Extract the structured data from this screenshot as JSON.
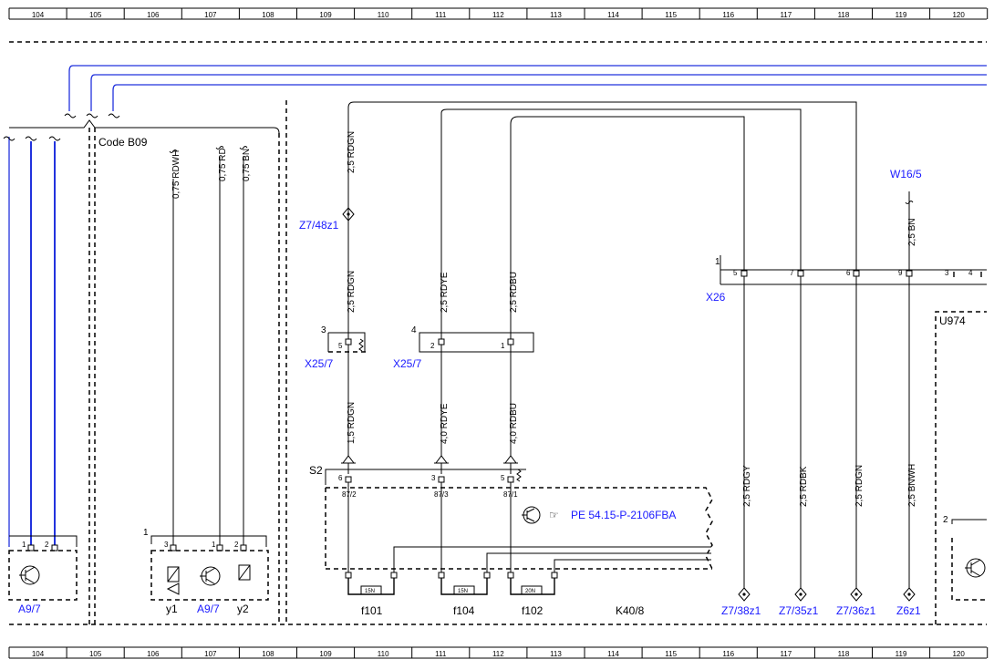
{
  "ruler": [
    "104",
    "105",
    "106",
    "107",
    "108",
    "109",
    "110",
    "111",
    "112",
    "113",
    "114",
    "115",
    "116",
    "117",
    "118",
    "119",
    "120"
  ],
  "components": {
    "code_b09": "Code B09",
    "a9_7": "A9/7",
    "y1": "y1",
    "y2": "y2",
    "z7_48z1": "Z7/48z1",
    "x25_7": "X25/7",
    "s2": "S2",
    "k40_8": "K40/8",
    "f101": "f101",
    "f104": "f104",
    "f102": "f102",
    "pe_ref": "PE 54.15-P-2106FBA",
    "w16_5": "W16/5",
    "x26": "X26",
    "u974": "U974",
    "z7_38z1": "Z7/38z1",
    "z7_35z1": "Z7/35z1",
    "z7_36z1": "Z7/36z1",
    "z6z1": "Z6z1"
  },
  "wires": {
    "rdwh": "0,75 RDWH",
    "rd": "0,75 RD",
    "bn": "0,75 BN",
    "rdgn_top": "2,5 RDGN",
    "rdgn_mid": "2,5 RDGN",
    "rdye": "2,5 RDYE",
    "rdbu": "2,5 RDBU",
    "rdgn_15": "1,5 RDGN",
    "rdye_40": "4,0 RDYE",
    "rdbu_40": "4,0 RDBU",
    "bn_w16": "2,5 BN",
    "rdgy": "2,5 RDGY",
    "rdbk": "2,5 RDBK",
    "rdgn_36": "2,5 RDGN",
    "bnwh": "2,5 BNWH"
  },
  "pins": {
    "a9_left_1": "1",
    "a9_left_2": "2",
    "code_1": "1",
    "code_3": "3",
    "code_1b": "1",
    "code_2": "2",
    "x25a_3": "3",
    "x25a_5": "5",
    "x25b_4": "4",
    "x25b_2": "2",
    "x25b_1": "1",
    "s2_6": "6",
    "s2_3": "3",
    "s2_5": "5",
    "k87_2": "87/2",
    "k87_3": "87/3",
    "k87_1": "87/1",
    "x26_1": "1",
    "x26_5": "5",
    "x26_7": "7",
    "x26_6": "6",
    "x26_9": "9",
    "x26_3": "3",
    "x26_4": "4",
    "u2": "2"
  },
  "fuses": {
    "f101": "15N",
    "f104": "15N",
    "f102": "20N"
  }
}
